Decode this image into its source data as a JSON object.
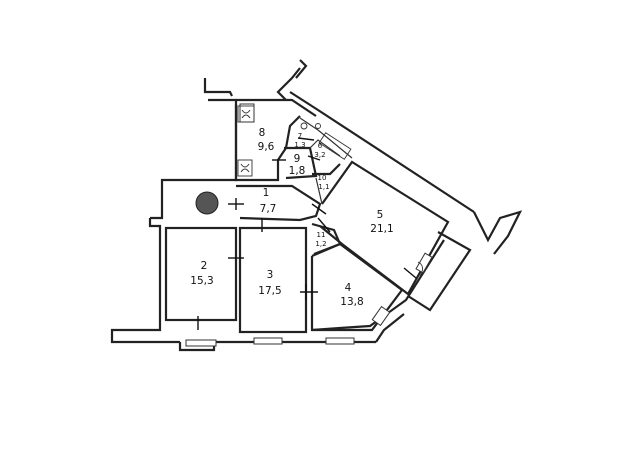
{
  "rooms": [
    {
      "id": "1",
      "area": "7,7"
    },
    {
      "id": "2",
      "area": "15,3"
    },
    {
      "id": "3",
      "area": "17,5"
    },
    {
      "id": "4",
      "area": "13,8"
    },
    {
      "id": "5",
      "area": "21,1"
    },
    {
      "id": "6",
      "area": "3,2"
    },
    {
      "id": "7",
      "area": "1,3"
    },
    {
      "id": "8",
      "area": "9,6"
    },
    {
      "id": "9",
      "area": "1,8"
    },
    {
      "id": "10",
      "area": "1,1"
    },
    {
      "id": "11",
      "area": "1,2"
    }
  ],
  "colors": {
    "wall": "#222222",
    "stairwell": "#555555",
    "background": "#ffffff"
  }
}
